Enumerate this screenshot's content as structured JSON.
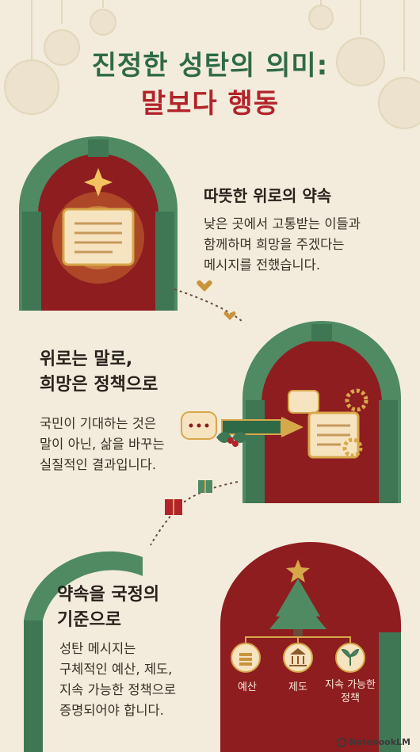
{
  "title": {
    "line1": "진정한 성탄의 의미:",
    "line2": "말보다 행동"
  },
  "sections": [
    {
      "heading": "따뜻한 위로의 약속",
      "body": "낮은 곳에서 고통받는 이들과\n함께하며 희망을 주겠다는\n메시지를 전했습니다."
    },
    {
      "heading_line1": "위로는 말로,",
      "heading_line2": "희망은 정책으로",
      "body": "국민이 기대하는 것은\n말이 아닌, 삶을 바꾸는\n실질적인 결과입니다."
    },
    {
      "heading_line1": "약속을 국정의",
      "heading_line2": "기준으로",
      "body": "성탄 메시지는\n구체적인 예산, 제도,\n지속 가능한 정책으로\n증명되어야 합니다."
    }
  ],
  "pillars": [
    {
      "label": "예산",
      "icon": "coins-icon"
    },
    {
      "label": "제도",
      "icon": "institution-icon"
    },
    {
      "label": "지속 가능한\n정책",
      "icon": "sprout-icon"
    }
  ],
  "footer": {
    "brand": "NotebookLM"
  },
  "colors": {
    "background": "#f3ecdc",
    "arch_green": "#4f8a63",
    "arch_dark": "#2f6a47",
    "panel_red": "#8e1d20",
    "title_red": "#b2242a",
    "gold": "#d7a84a"
  }
}
